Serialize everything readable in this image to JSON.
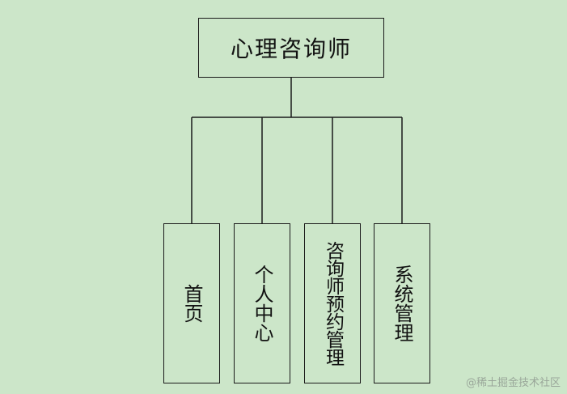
{
  "root": {
    "label": "心理咨询师"
  },
  "children": [
    {
      "label": "首页"
    },
    {
      "label": "个人中心"
    },
    {
      "label": "咨询师预约管理"
    },
    {
      "label": "系统管理"
    }
  ],
  "watermark": "@稀土掘金技术社区",
  "colors": {
    "background": "#cce6c9",
    "line": "#1a1a1a"
  }
}
